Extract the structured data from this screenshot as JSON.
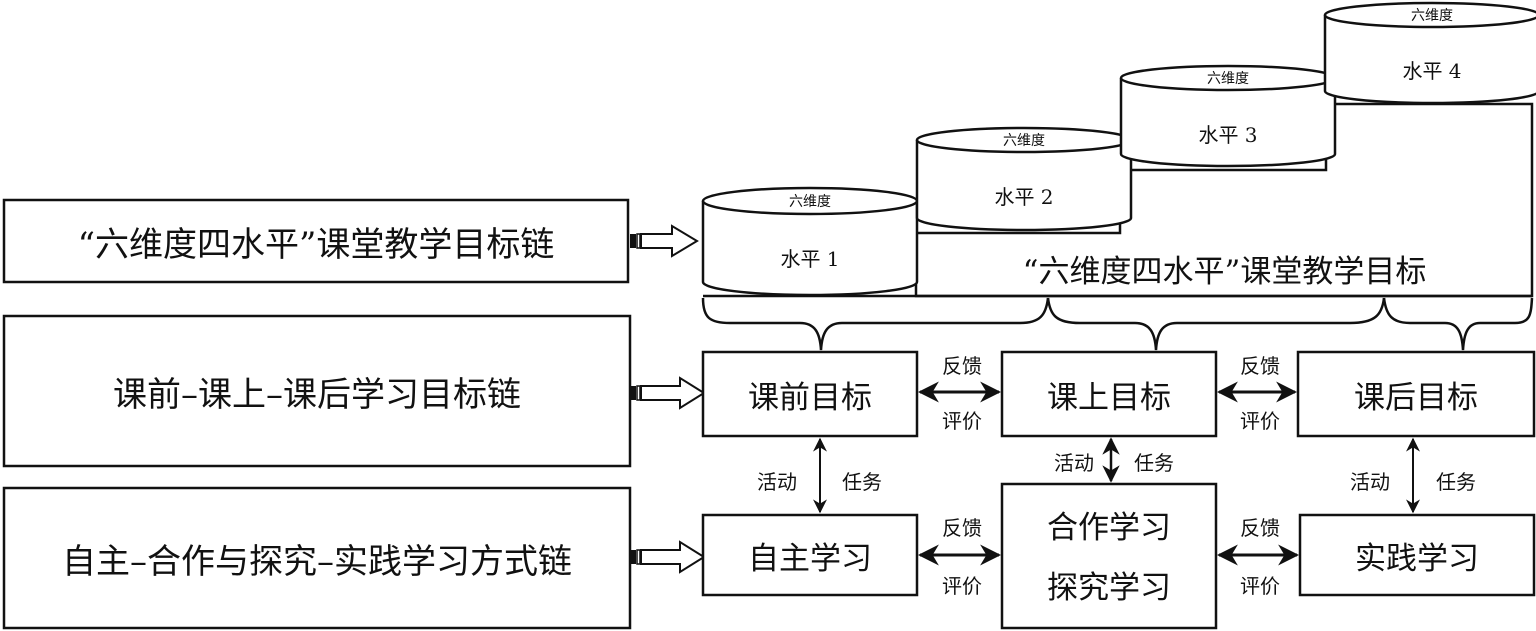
{
  "left_chains": [
    {
      "label": "“六维度四水平”课堂教学目标链"
    },
    {
      "label": "课前–课上–课后学习目标链"
    },
    {
      "label": "自主–合作与探究–实践学习方式链"
    }
  ],
  "levels": [
    {
      "cap": "六维度",
      "label": "水平 1"
    },
    {
      "cap": "六维度",
      "label": "水平 2"
    },
    {
      "cap": "六维度",
      "label": "水平 3"
    },
    {
      "cap": "六维度",
      "label": "水平 4"
    }
  ],
  "staircase_title": "“六维度四水平”课堂教学目标",
  "goal_boxes": [
    {
      "label": "课前目标"
    },
    {
      "label": "课上目标"
    },
    {
      "label": "课后目标"
    }
  ],
  "learning_boxes": [
    {
      "label": "自主学习"
    },
    {
      "lines": [
        "合作学习",
        "探究学习"
      ]
    },
    {
      "label": "实践学习"
    }
  ],
  "horizontal_link": {
    "top": "反馈",
    "bottom": "评价"
  },
  "vertical_link": {
    "left": "活动",
    "right": "任务"
  },
  "colors": {
    "stroke": "#111111",
    "background": "#ffffff"
  }
}
